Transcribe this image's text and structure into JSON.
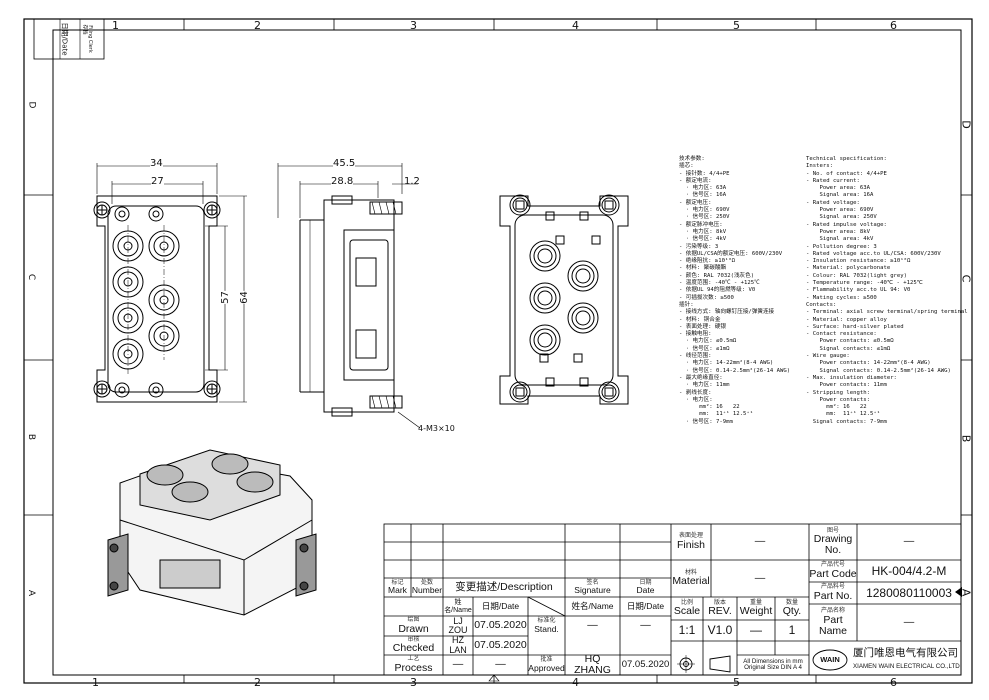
{
  "sheet": {
    "zones_top": [
      "1",
      "2",
      "3",
      "4",
      "5",
      "6"
    ],
    "zones_bottom": [
      "1",
      "2",
      "3",
      "4",
      "5",
      "6"
    ],
    "zones_side": [
      "D",
      "C",
      "B",
      "A"
    ],
    "filing_box": {
      "date": "日期/Date",
      "filing": "存档",
      "filing_en": "Filing Clerk"
    }
  },
  "drawing": {
    "dims": {
      "w34": "34",
      "w27": "27",
      "h57": "57",
      "h64": "64",
      "l45_5": "45.5",
      "l28_8": "28.8",
      "l1_2": "1.2",
      "screw": "4-M3×10"
    }
  },
  "spec_cn": [
    "技术参数:",
    "插芯:",
    "- 接针数: 4/4+PE",
    "- 额定电流:",
    "  · 电力区: 63A",
    "  · 信号区: 16A",
    "- 额定电压:",
    "  · 电力区: 690V",
    "  · 信号区: 250V",
    "- 额定脉冲电压:",
    "  · 电力区: 8kV",
    "  · 信号区: 4kV",
    "- 污染等级: 3",
    "- 依据UL/CSA的额定电压: 600V/230V",
    "- 绝缘阻抗: ≥10¹⁰Ω",
    "- 材料: 聚碳酸酯",
    "- 颜色: RAL 7032(浅灰色)",
    "- 温度范围: -40℃ - +125℃",
    "- 依据UL 94的阻燃等级: V0",
    "- 可插拔次数: ≥500",
    "插针:",
    "- 接线方式: 轴向螺钉压接/弹簧连接",
    "- 材料: 铜合金",
    "- 表面处理: 硬银",
    "- 接触电阻:",
    "  · 电力区: ≤0.5mΩ",
    "  · 信号区: ≤1mΩ",
    "- 线径范围:",
    "  · 电力区: 14-22mm²(8-4 AWG)",
    "  · 信号区: 0.14-2.5mm²(26-14 AWG)",
    "- 最大绝缘直径:",
    "  · 电力区: 11mm",
    "- 剥线长度:",
    "  · 电力区:",
    "      mm²: 16   22",
    "      mm:  11⁺¹ 12.5⁺¹",
    "  · 信号区: 7-9mm"
  ],
  "spec_en": [
    "Technical specification:",
    "Insters:",
    "- No. of contact: 4/4+PE",
    "- Rated current:",
    "    Power area: 63A",
    "    Signal area: 16A",
    "- Rated voltage:",
    "    Power area: 690V",
    "    Signal area: 250V",
    "- Rated impulse voltage:",
    "    Power area: 8kV",
    "    Signal area: 4kV",
    "- Pollution degree: 3",
    "- Rated voltage acc.to UL/CSA: 600V/230V",
    "- Insulation resistance: ≥10¹⁰Ω",
    "- Material: polycarbonate",
    "- Colour: RAL 7032(light grey)",
    "- Temperature range: -40℃ - +125℃",
    "- Flammability acc.to UL 94: V0",
    "- Mating cycles: ≥500",
    "Contacts:",
    "- Terminal: axial screw terminal/spring terminal",
    "- Material: copper alloy",
    "- Surface: hard-silver plated",
    "- Contact resistance:",
    "    Power contacts: ≤0.5mΩ",
    "    Signal contacts: ≤1mΩ",
    "- Wire gauge:",
    "    Power contacts: 14-22mm²(8-4 AWG)",
    "    Signal contacts: 0.14-2.5mm²(26-14 AWG)",
    "- Max. insulation diameter:",
    "    Power contacts: 11mm",
    "- Stripping length:",
    "    Power contacts:",
    "      mm²: 16   22",
    "      mm:  11⁺¹ 12.5⁺¹",
    "  Signal contacts: 7-9mm"
  ],
  "revision": {
    "h_mark_cn": "标记",
    "h_mark": "Mark",
    "h_number_cn": "处数",
    "h_number": "Number",
    "h_desc": "变更描述/Description",
    "h_sig_cn": "签名",
    "h_sig": "Signature",
    "h_date_cn": "日期",
    "h_date": "Date"
  },
  "approval": {
    "h_name": "姓名/Name",
    "h_date": "日期/Date",
    "h_name2": "姓名/Name",
    "h_date2": "日期/Date",
    "drawn_cn": "绘图",
    "drawn": "Drawn",
    "drawn_name": "LJ ZOU",
    "drawn_date": "07.05.2020",
    "checked_cn": "审核",
    "checked": "Checked",
    "checked_name": "HZ LAN",
    "checked_date": "07.05.2020",
    "process_cn": "工艺",
    "process": "Process",
    "process_name": "—",
    "process_date": "—",
    "stand_cn": "标准化",
    "stand": "Stand.",
    "stand_name": "—",
    "stand_date": "—",
    "approved_cn": "批准",
    "approved": "Approved",
    "approved_name": "HQ ZHANG",
    "approved_date": "07.05.2020"
  },
  "props": {
    "finish_cn": "表面处理",
    "finish": "Finish",
    "finish_val": "—",
    "material_cn": "材料",
    "material": "Material",
    "material_val": "—",
    "scale_cn": "比例",
    "scale": "Scale",
    "scale_val": "1:1",
    "rev_cn": "版本",
    "rev": "REV.",
    "rev_val": "V1.0",
    "weight_cn": "重量",
    "weight": "Weight",
    "weight_val": "—",
    "qty_cn": "数量",
    "qty": "Qty.",
    "qty_val": "1",
    "note1": "All Dimensions in mm",
    "note2": "Original Size DIN A 4"
  },
  "ident": {
    "drawing_no_cn": "图号",
    "drawing_no": "Drawing No.",
    "drawing_no_val": "—",
    "part_code_cn": "产品代号",
    "part_code": "Part Code",
    "part_code_val": "HK-004/4.2-M",
    "part_no_cn": "产品料号",
    "part_no": "Part No.",
    "part_no_val": "1280080110003",
    "part_name_cn": "产品名称",
    "part_name": "Part Name",
    "part_name_val": "—"
  },
  "company": {
    "logo_text": "WAIN",
    "name_cn": "厦门唯恩电气有限公司",
    "name_en": "XIAMEN WAIN ELECTRICAL CO.,LTD"
  }
}
